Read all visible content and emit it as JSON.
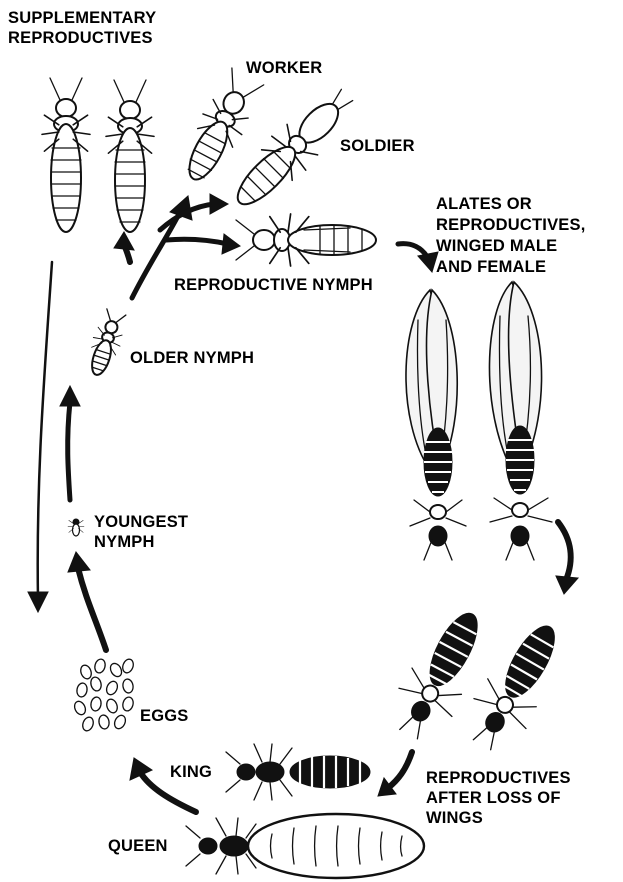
{
  "diagram": {
    "labels": {
      "supplementary": "SUPPLEMENTARY\nREPRODUCTIVES",
      "worker": "WORKER",
      "soldier": "SOLDIER",
      "alates": "ALATES OR\nREPRODUCTIVES,\nWINGED MALE\nAND FEMALE",
      "reproductive_nymph": "REPRODUCTIVE NYMPH",
      "older_nymph": "OLDER NYMPH",
      "youngest_nymph": "YOUNGEST\nNYMPH",
      "eggs": "EGGS",
      "king": "KING",
      "queen": "QUEEN",
      "after_loss": "REPRODUCTIVES\nAFTER LOSS OF\nWINGS"
    },
    "colors": {
      "ink": "#111111",
      "background": "#ffffff"
    }
  }
}
